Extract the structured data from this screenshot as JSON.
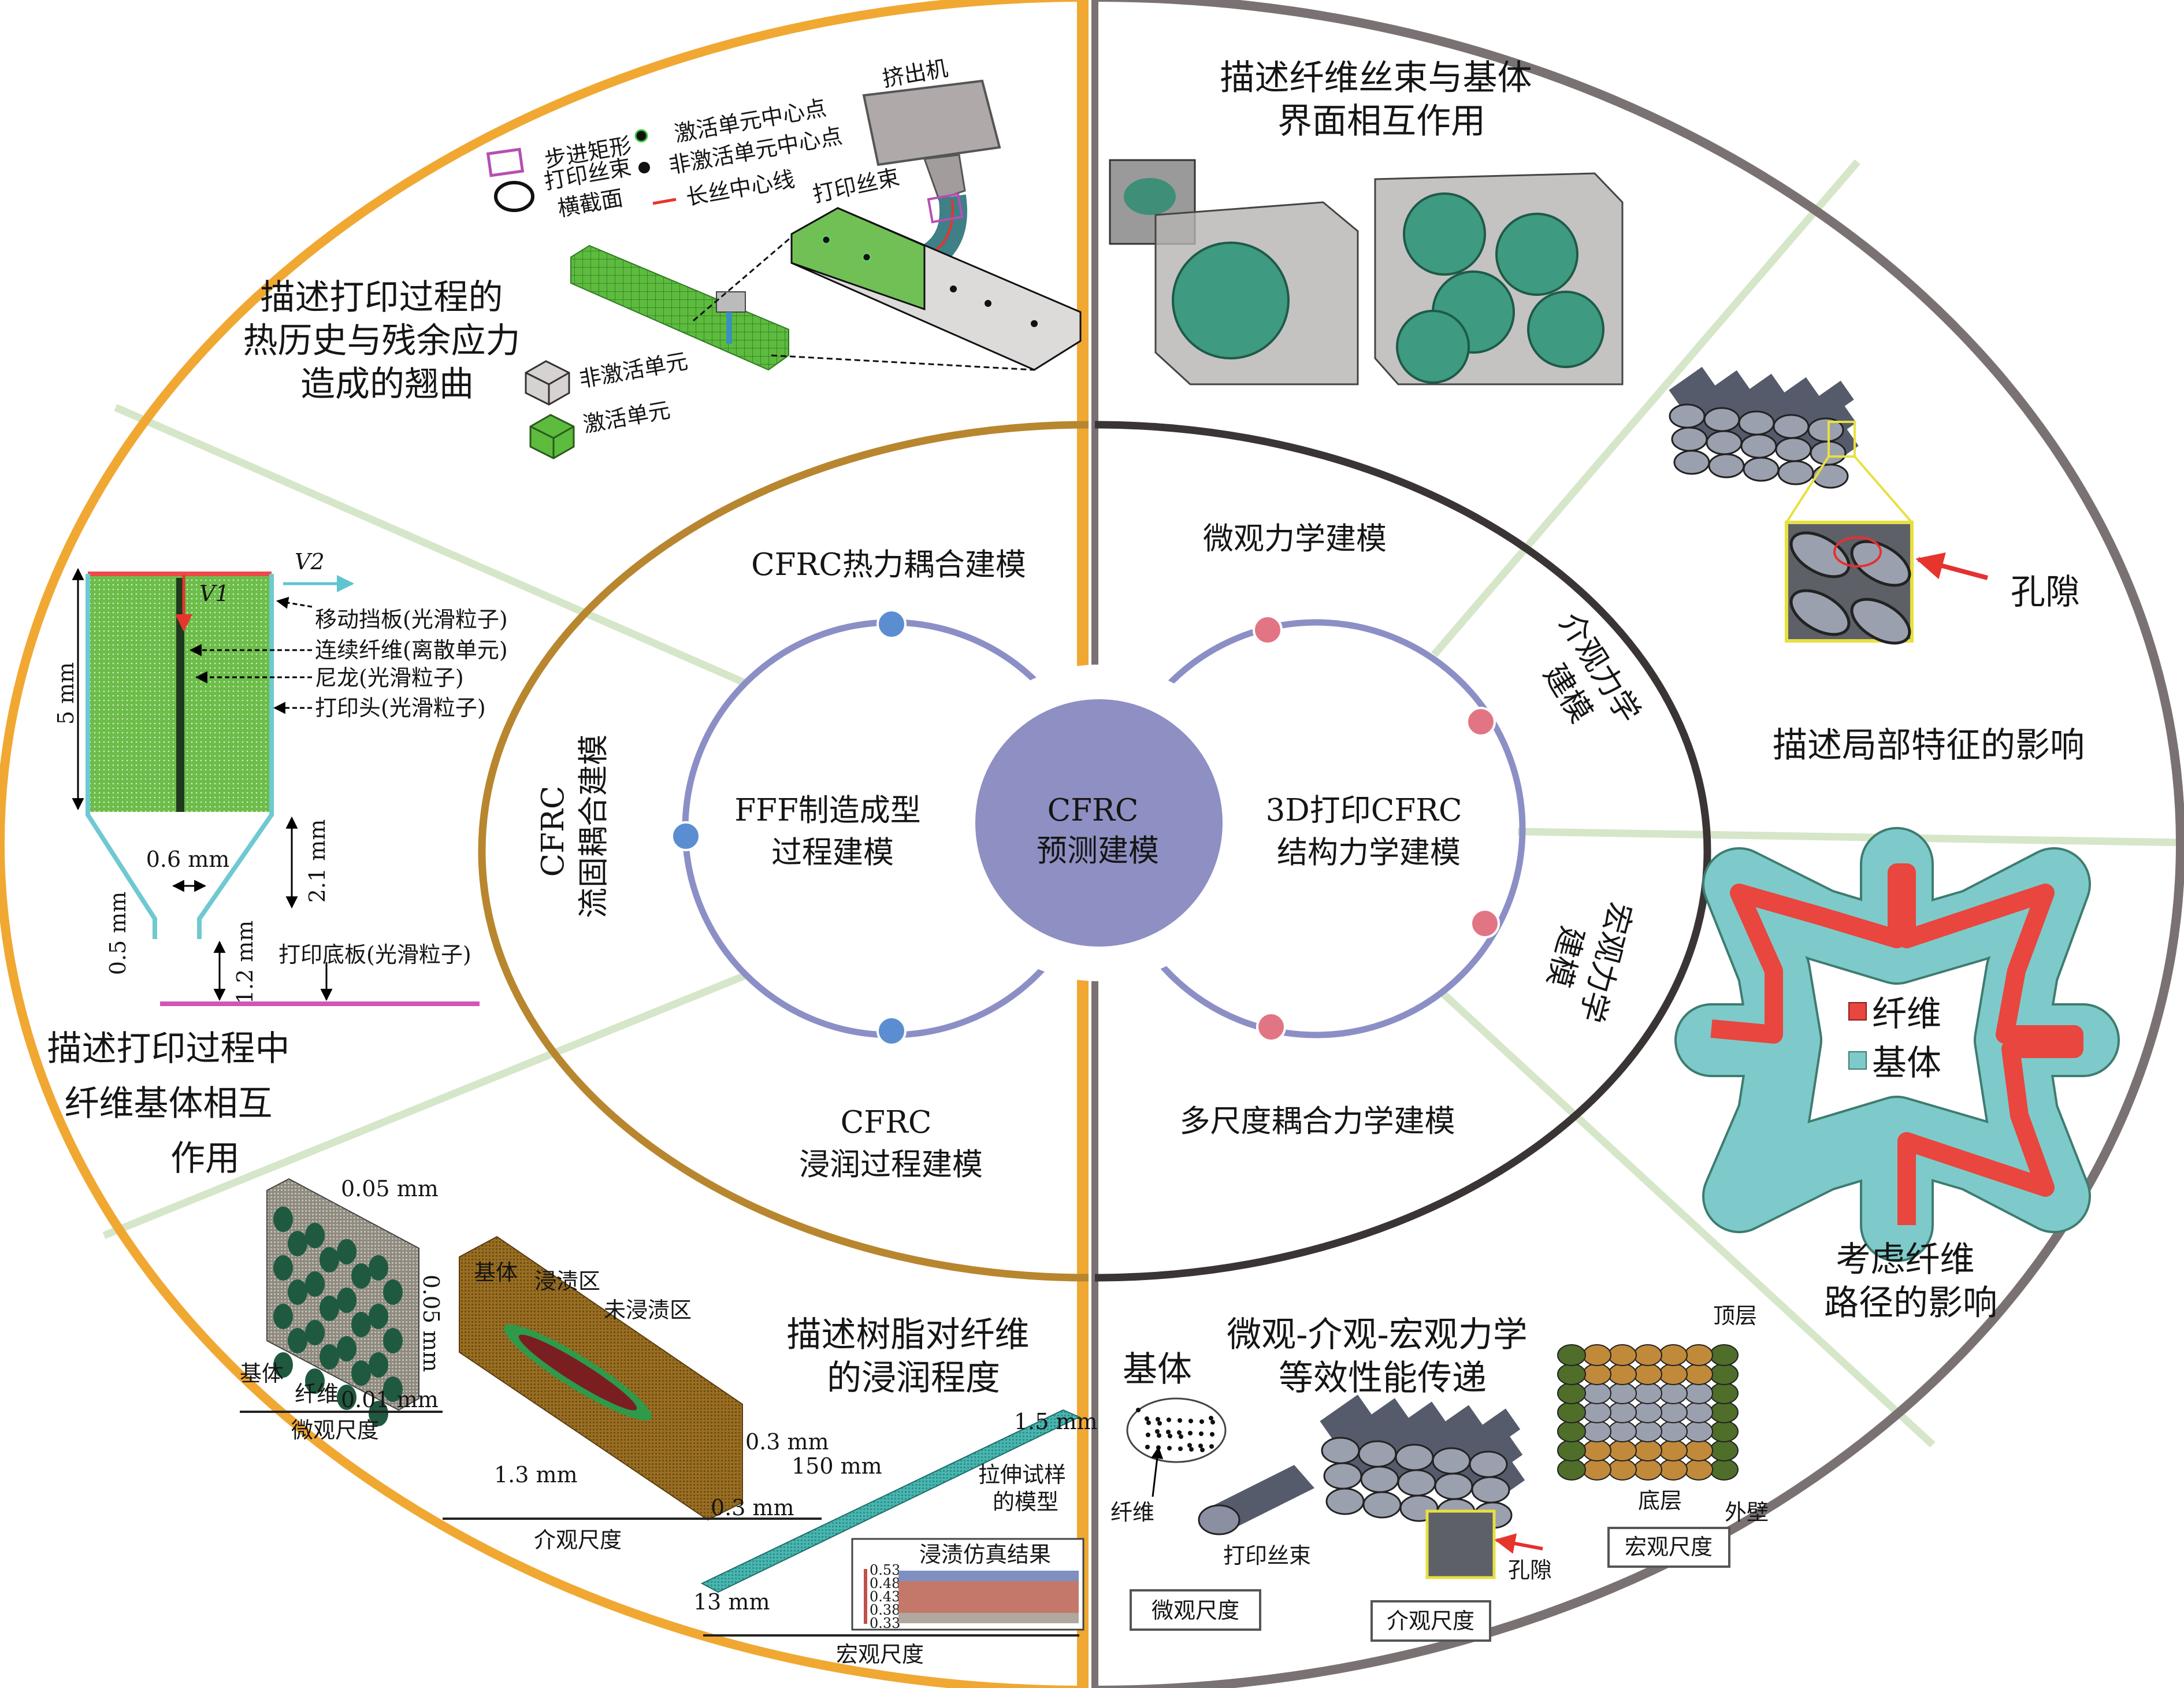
{
  "center": {
    "lines": [
      "CFRC",
      "预测建模"
    ]
  },
  "inner": {
    "left_ring": [
      "FFF制造成型",
      "过程建模"
    ],
    "right_ring": [
      "3D打印CFRC",
      "结构力学建模"
    ]
  },
  "middle": {
    "thermo": "CFRC热力耦合建模",
    "fluid": [
      "CFRC",
      "流固耦合建模"
    ],
    "infiltration": [
      "CFRC",
      "浸润过程建模"
    ],
    "micro": "微观力学建模",
    "meso": [
      "介观力学",
      "建模"
    ],
    "macro": [
      "宏观力学",
      "建模"
    ],
    "multiscale": "多尺度耦合力学建模"
  },
  "panel_warp": {
    "desc": [
      "描述打印过程的",
      "热历史与残余应力",
      "造成的翘曲"
    ],
    "extruder": "挤出机",
    "legend_step_rect": "步进矩形",
    "legend_active_center": "激活单元中心点",
    "legend_cross_section": [
      "打印丝束",
      "横截面"
    ],
    "legend_inactive_center": "非激活单元中心点",
    "legend_centerline": "长丝中心线",
    "filament": "打印丝束",
    "inactive_element": "非激活单元",
    "active_element": "激活单元"
  },
  "panel_interaction": {
    "desc": [
      "描述打印过程中",
      "纤维基体相互",
      "作用"
    ],
    "v2": "V2",
    "v1": "V1",
    "moving_plate": "移动挡板(光滑粒子)",
    "fiber": "连续纤维(离散单元)",
    "nylon": "尼龙(光滑粒子)",
    "print_head": "打印头(光滑粒子)",
    "base_plate": "打印底板(光滑粒子)",
    "dim_height": "5 mm",
    "dim_nozzle": "0.6 mm",
    "dim_cone": "2.1 mm",
    "dim_tip": "0.5 mm",
    "dim_gap": "1.2 mm"
  },
  "panel_impregnation": {
    "desc": [
      "描述树脂对纤维",
      "的浸润程度"
    ],
    "micro_dim_top": "0.05 mm",
    "micro_dim_side": "0.05 mm",
    "micro_dim_depth": "0.01 mm",
    "micro_matrix": "基体",
    "micro_fiber": "纤维",
    "micro_scale": "微观尺度",
    "meso_matrix": "基体",
    "meso_impregnated": "浸渍区",
    "meso_unimpregnated": "未浸渍区",
    "meso_length": "1.3 mm",
    "meso_height": "0.3 mm",
    "meso_width": "0.3 mm",
    "meso_scale": "介观尺度",
    "macro_thickness": "1.5 mm",
    "macro_length": "150 mm",
    "macro_width": "13 mm",
    "macro_model": [
      "拉伸试样",
      "的模型"
    ],
    "result_title": "浸渍仿真结果",
    "result_scale": [
      "0.53",
      "0.48",
      "0.43",
      "0.38",
      "0.33"
    ],
    "macro_scale": "宏观尺度"
  },
  "panel_interface": {
    "desc": [
      "描述纤维丝束与基体",
      "界面相互作用"
    ]
  },
  "panel_local": {
    "pore": "孔隙",
    "desc": "描述局部特征的影响"
  },
  "panel_path": {
    "legend_fiber": "纤维",
    "legend_matrix": "基体",
    "desc": [
      "考虑纤维",
      "路径的影响"
    ]
  },
  "panel_multiscale": {
    "desc": [
      "微观-介观-宏观力学",
      "等效性能传递"
    ],
    "matrix": "基体",
    "fiber": "纤维",
    "filament": "打印丝束",
    "micro_scale": "微观尺度",
    "pore": "孔隙",
    "meso_scale": "介观尺度",
    "top_layer": "顶层",
    "bottom_layer": "底层",
    "outer_wall": "外壁",
    "macro_scale": "宏观尺度"
  },
  "colors": {
    "orange": "#F0A832",
    "brown": "#B8862E",
    "gray": "#7A7272",
    "dark": "#3A3434",
    "spoke": "#D6E6C9",
    "ring": "#8C8FC6",
    "center": "#8E8FC2",
    "blue_dot": "#5B8ED0",
    "pink_dot": "#E27584"
  }
}
